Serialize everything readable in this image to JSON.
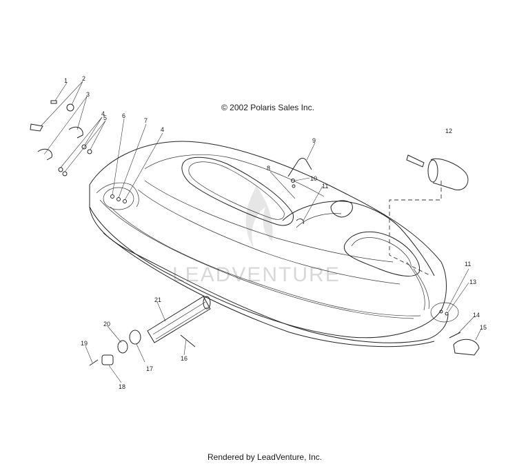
{
  "copyright": "© 2002 Polaris Sales Inc.",
  "footer": "Rendered by LeadVenture, Inc.",
  "watermark": "LEADVENTURE",
  "callouts": [
    "1",
    "2",
    "3",
    "4",
    "5",
    "6",
    "7",
    "4",
    "8",
    "9",
    "10",
    "11",
    "12",
    "11",
    "13",
    "14",
    "15",
    "16",
    "17",
    "18",
    "19",
    "20",
    "21"
  ],
  "icons": [
    "boat-hull-drawing",
    "leadventure-logo-watermark"
  ]
}
